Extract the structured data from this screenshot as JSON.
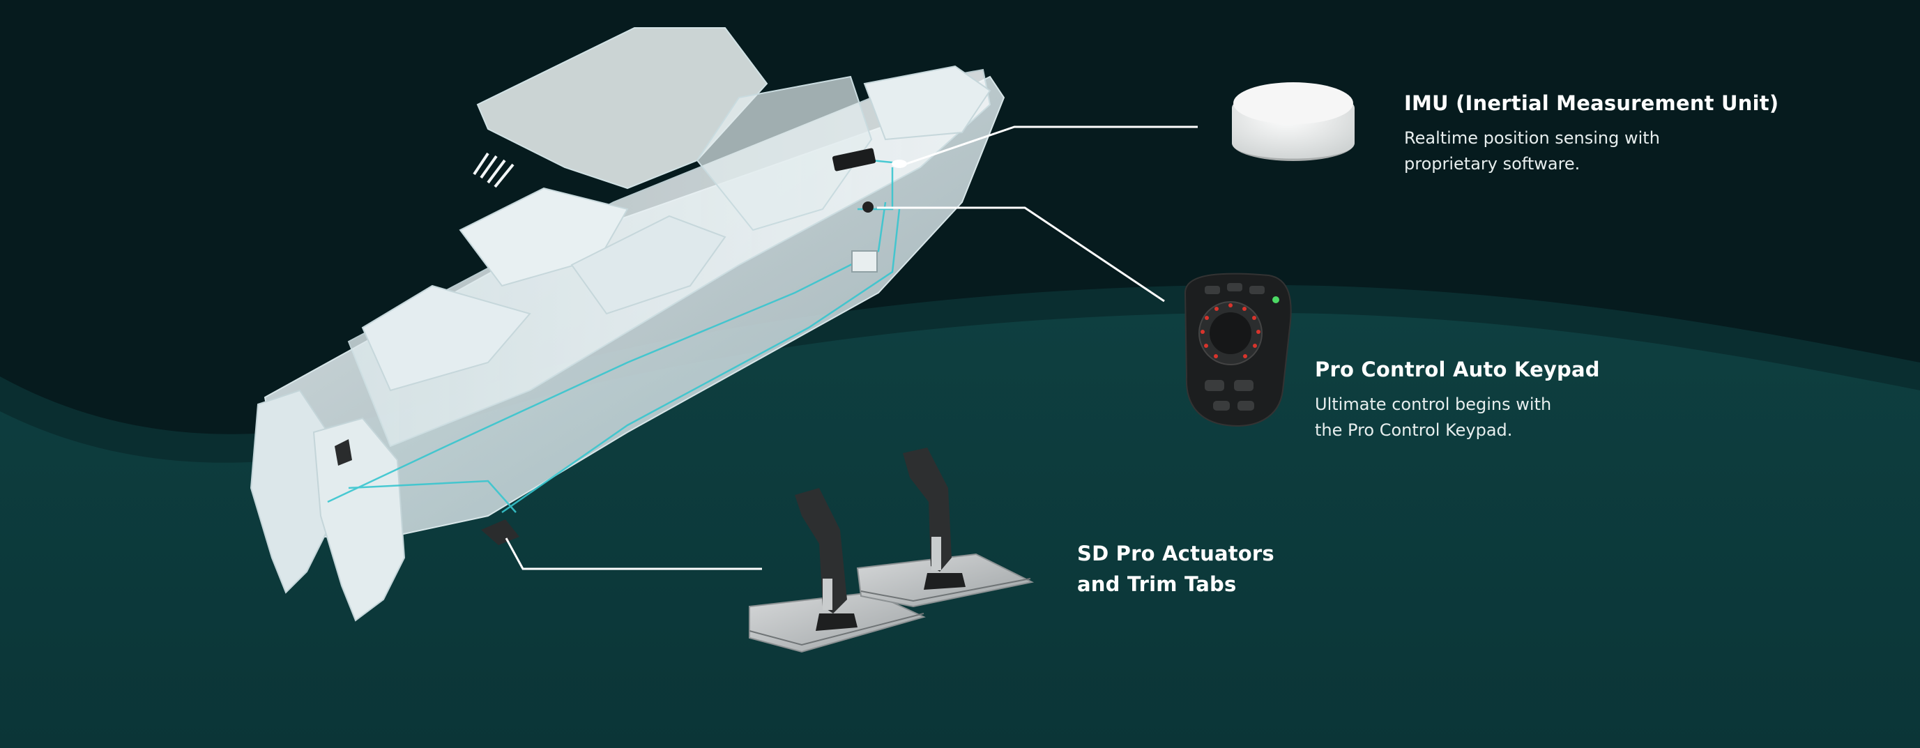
{
  "colors": {
    "background_top": "#061b1e",
    "background_wave": "#0c3a3b",
    "wave_edge": "#0a2f31",
    "leader_line": "#ffffff",
    "wiring": "#38c6cf"
  },
  "callouts": {
    "imu": {
      "title": "IMU (Inertial Measurement Unit)",
      "text_lines": [
        "Realtime position sensing with",
        "proprietary software."
      ]
    },
    "keypad": {
      "title": "Pro Control Auto Keypad",
      "text_lines": [
        "Ultimate control begins with",
        "the Pro Control Keypad."
      ]
    },
    "actuators": {
      "title_lines": [
        "SD Pro Actuators",
        "and Trim Tabs"
      ]
    }
  },
  "illustrations": {
    "boat": "boat-xray-illustration",
    "imu": "imu-puck-icon",
    "keypad": "keypad-device-icon",
    "trim_tabs": "trim-tabs-actuators-icon"
  }
}
